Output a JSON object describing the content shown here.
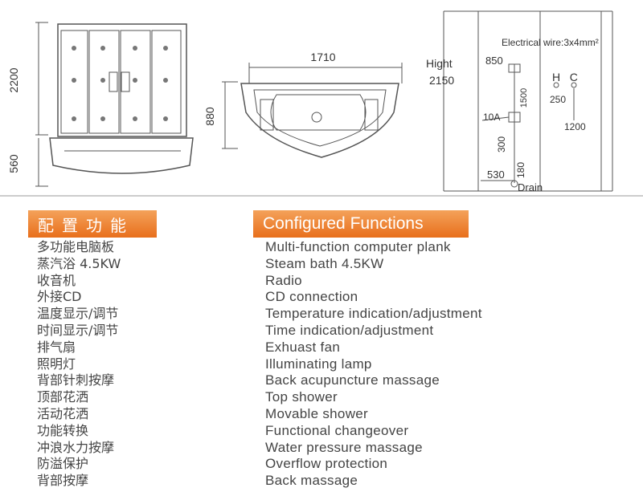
{
  "dimensions": {
    "front_height": "2200",
    "front_base": "560",
    "top_width": "1710",
    "top_depth": "880",
    "electrical": "Electrical wire:3x4mm²",
    "hight_label": "Hight",
    "hight_value": "2150",
    "d850": "850",
    "hc_label": "H   C",
    "d250": "250",
    "d1500": "1500",
    "amp": "10A",
    "d1200": "1200",
    "d300": "300",
    "d530": "530",
    "d180": "180",
    "drain": "Drain"
  },
  "headers": {
    "cn": "配置功能",
    "en": "Configured Functions"
  },
  "functions_cn": [
    "多功能电脑板",
    "蒸汽浴 4.5KW",
    "收音机",
    "外接CD",
    "温度显示/调节",
    "时间显示/调节",
    "排气扇",
    "照明灯",
    "背部针刺按摩",
    "顶部花洒",
    "活动花洒",
    "功能转换",
    "冲浪水力按摩",
    "防溢保护",
    "背部按摩"
  ],
  "functions_en": [
    "Multi-function computer plank",
    "Steam bath 4.5KW",
    "Radio",
    "CD connection",
    "Temperature indication/adjustment",
    "Time indication/adjustment",
    "Exhuast fan",
    "Illuminating lamp",
    "Back acupuncture massage",
    "Top shower",
    "Movable shower",
    "Functional changeover",
    "Water pressure massage",
    "Overflow protection",
    "Back massage"
  ]
}
